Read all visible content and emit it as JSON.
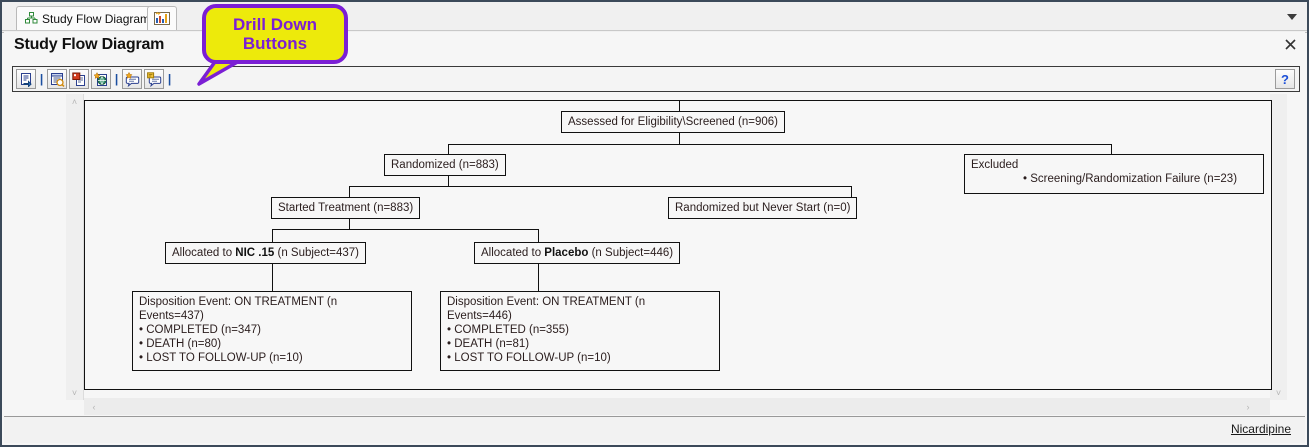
{
  "window": {
    "dropdown_icon": "chevron-down-icon",
    "close_icon": "close-icon"
  },
  "tabs": [
    {
      "label": "Study Flow Diagram",
      "icon": "org-chart-icon"
    },
    {
      "label": "",
      "icon": "bar-chart-icon"
    }
  ],
  "panel": {
    "title": "Study Flow Diagram"
  },
  "toolbar": {
    "separator": "|",
    "buttons": [
      {
        "name": "export-document-button",
        "icon": "document-export-icon"
      },
      {
        "name": "view-details-button",
        "icon": "table-search-icon"
      },
      {
        "name": "export-image-button",
        "icon": "image-export-icon"
      },
      {
        "name": "publish-web-button",
        "icon": "globe-star-icon"
      },
      {
        "name": "new-comment-button",
        "icon": "comment-star-icon"
      },
      {
        "name": "view-comments-button",
        "icon": "comment-list-icon"
      }
    ],
    "help_label": "?"
  },
  "callout": {
    "line1": "Drill Down",
    "line2": "Buttons",
    "fill_color": "#EDEA0B",
    "border_color": "#7B1FD4",
    "text_color": "#7B1FD4"
  },
  "scrollbars": {
    "up_arrow": "˄",
    "down_arrow": "˅",
    "left_arrow": "‹",
    "right_arrow": "›"
  },
  "status": {
    "link_label": "Nicardipine"
  },
  "chart_data": {
    "type": "diagram",
    "title": "Study Flow Diagram",
    "subtype": "CONSORT study flow chart",
    "nodes": [
      {
        "id": "assessed",
        "label": "Assessed for Eligibility\\Screened (n=906)",
        "n": 906
      },
      {
        "id": "randomized",
        "label": "Randomized (n=883)",
        "n": 883
      },
      {
        "id": "excluded",
        "label": "Excluded",
        "items": [
          "Screening/Randomization Failure (n=23)"
        ]
      },
      {
        "id": "started",
        "label": "Started Treatment (n=883)",
        "n": 883
      },
      {
        "id": "never_start",
        "label": "Randomized but Never Start (n=0)",
        "n": 0
      },
      {
        "id": "alloc_nic",
        "label_pre": "Allocated to ",
        "label_bold": "NIC .15",
        "label_post": " (n Subject=437)",
        "n": 437
      },
      {
        "id": "alloc_placebo",
        "label_pre": "Allocated to ",
        "label_bold": "Placebo",
        "label_post": " (n Subject=446)",
        "n": 446
      },
      {
        "id": "disp_nic",
        "label": "Disposition Event: ON TREATMENT (n Events=437)",
        "items": [
          "COMPLETED (n=347)",
          "DEATH (n=80)",
          "LOST TO FOLLOW-UP (n=10)"
        ]
      },
      {
        "id": "disp_placebo",
        "label": "Disposition Event: ON TREATMENT (n Events=446)",
        "items": [
          "COMPLETED (n=355)",
          "DEATH (n=81)",
          "LOST TO FOLLOW-UP (n=10)"
        ]
      }
    ],
    "edges": [
      [
        "assessed",
        "randomized"
      ],
      [
        "assessed",
        "excluded"
      ],
      [
        "randomized",
        "started"
      ],
      [
        "randomized",
        "never_start"
      ],
      [
        "started",
        "alloc_nic"
      ],
      [
        "started",
        "alloc_placebo"
      ],
      [
        "alloc_nic",
        "disp_nic"
      ],
      [
        "alloc_placebo",
        "disp_placebo"
      ]
    ]
  }
}
